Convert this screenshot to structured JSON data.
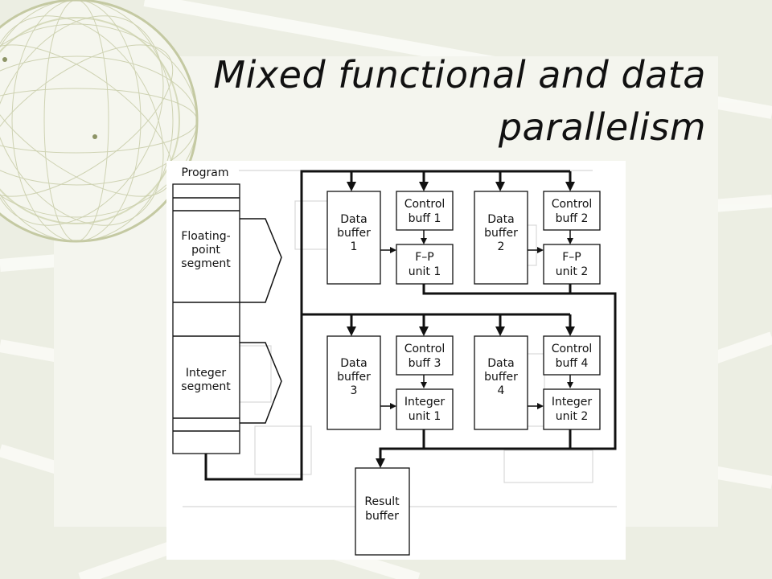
{
  "title": {
    "line1": "Mixed functional and data",
    "line2": "parallelism"
  },
  "diagram": {
    "program_label": "Program",
    "segments": {
      "floating_point": [
        "Floating-",
        "point",
        "segment"
      ],
      "integer": [
        "Integer",
        "segment"
      ]
    },
    "row1": {
      "data_buffer_1": [
        "Data",
        "buffer",
        "1"
      ],
      "control_buff_1": [
        "Control",
        "buff 1"
      ],
      "fp_unit_1": [
        "F–P",
        "unit 1"
      ],
      "data_buffer_2": [
        "Data",
        "buffer",
        "2"
      ],
      "control_buff_2": [
        "Control",
        "buff 2"
      ],
      "fp_unit_2": [
        "F–P",
        "unit 2"
      ]
    },
    "row2": {
      "data_buffer_3": [
        "Data",
        "buffer",
        "3"
      ],
      "control_buff_3": [
        "Control",
        "buff 3"
      ],
      "integer_unit_1": [
        "Integer",
        "unit 1"
      ],
      "data_buffer_4": [
        "Data",
        "buffer",
        "4"
      ],
      "control_buff_4": [
        "Control",
        "buff 4"
      ],
      "integer_unit_2": [
        "Integer",
        "unit 2"
      ]
    },
    "result_buffer": [
      "Result",
      "buffer"
    ]
  }
}
